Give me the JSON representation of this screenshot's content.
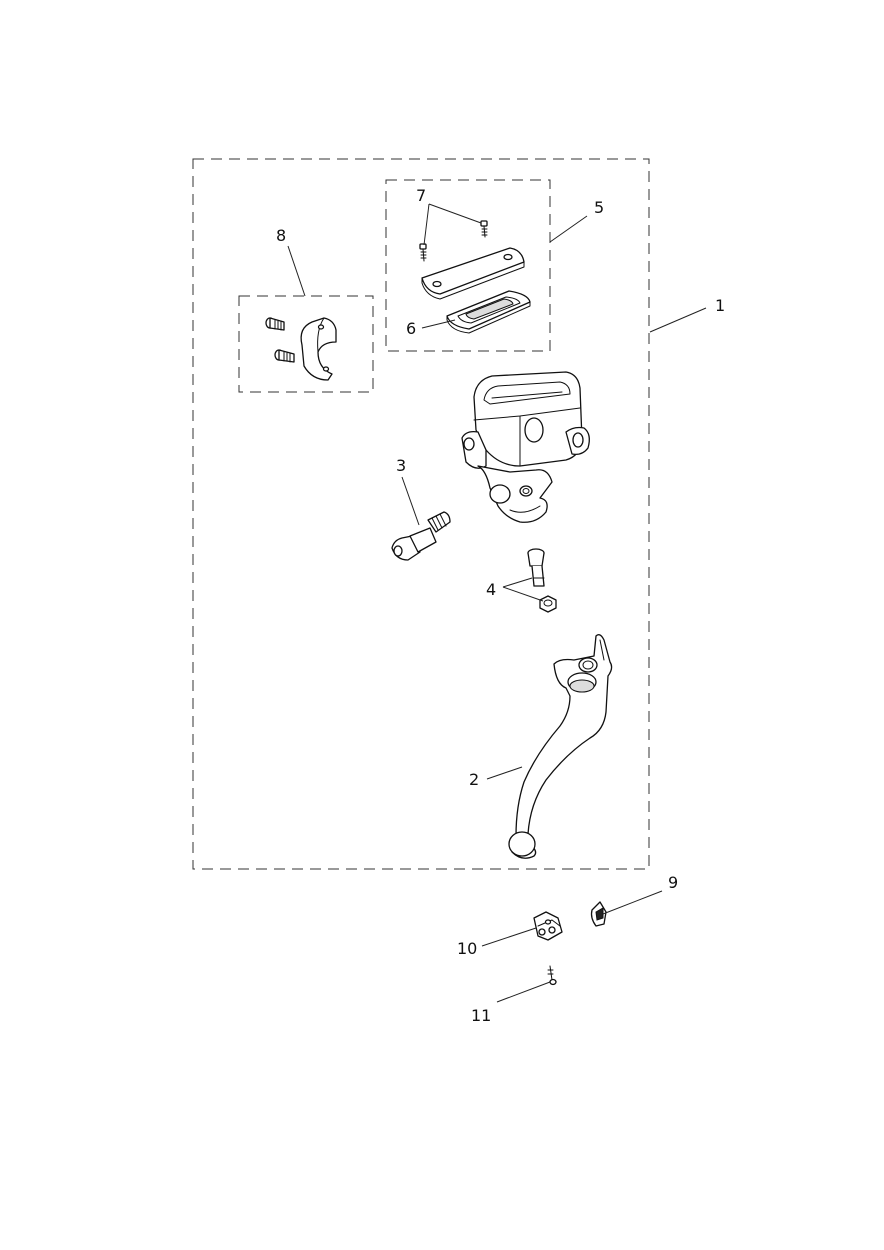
{
  "callouts": {
    "c1": "1",
    "c2": "2",
    "c3": "3",
    "c4": "4",
    "c5": "5",
    "c6": "6",
    "c7": "7",
    "c8": "8",
    "c9": "9",
    "c10": "10",
    "c11": "11"
  },
  "icons": {
    "master_cylinder": "master-cylinder-body-icon",
    "reservoir_cap": "reservoir-cap-icon",
    "diaphragm": "diaphragm-icon",
    "cap_screw": "screw-icon",
    "clamp": "handlebar-clamp-icon",
    "switch_plunger": "brake-light-switch-icon",
    "pivot_bolt": "pivot-bolt-icon",
    "pivot_nut": "nut-icon",
    "brake_lever": "brake-lever-icon",
    "clip": "clip-icon",
    "bracket": "bracket-icon",
    "small_screw": "small-screw-icon"
  },
  "colors": {
    "line": "#111111",
    "background": "#ffffff"
  }
}
